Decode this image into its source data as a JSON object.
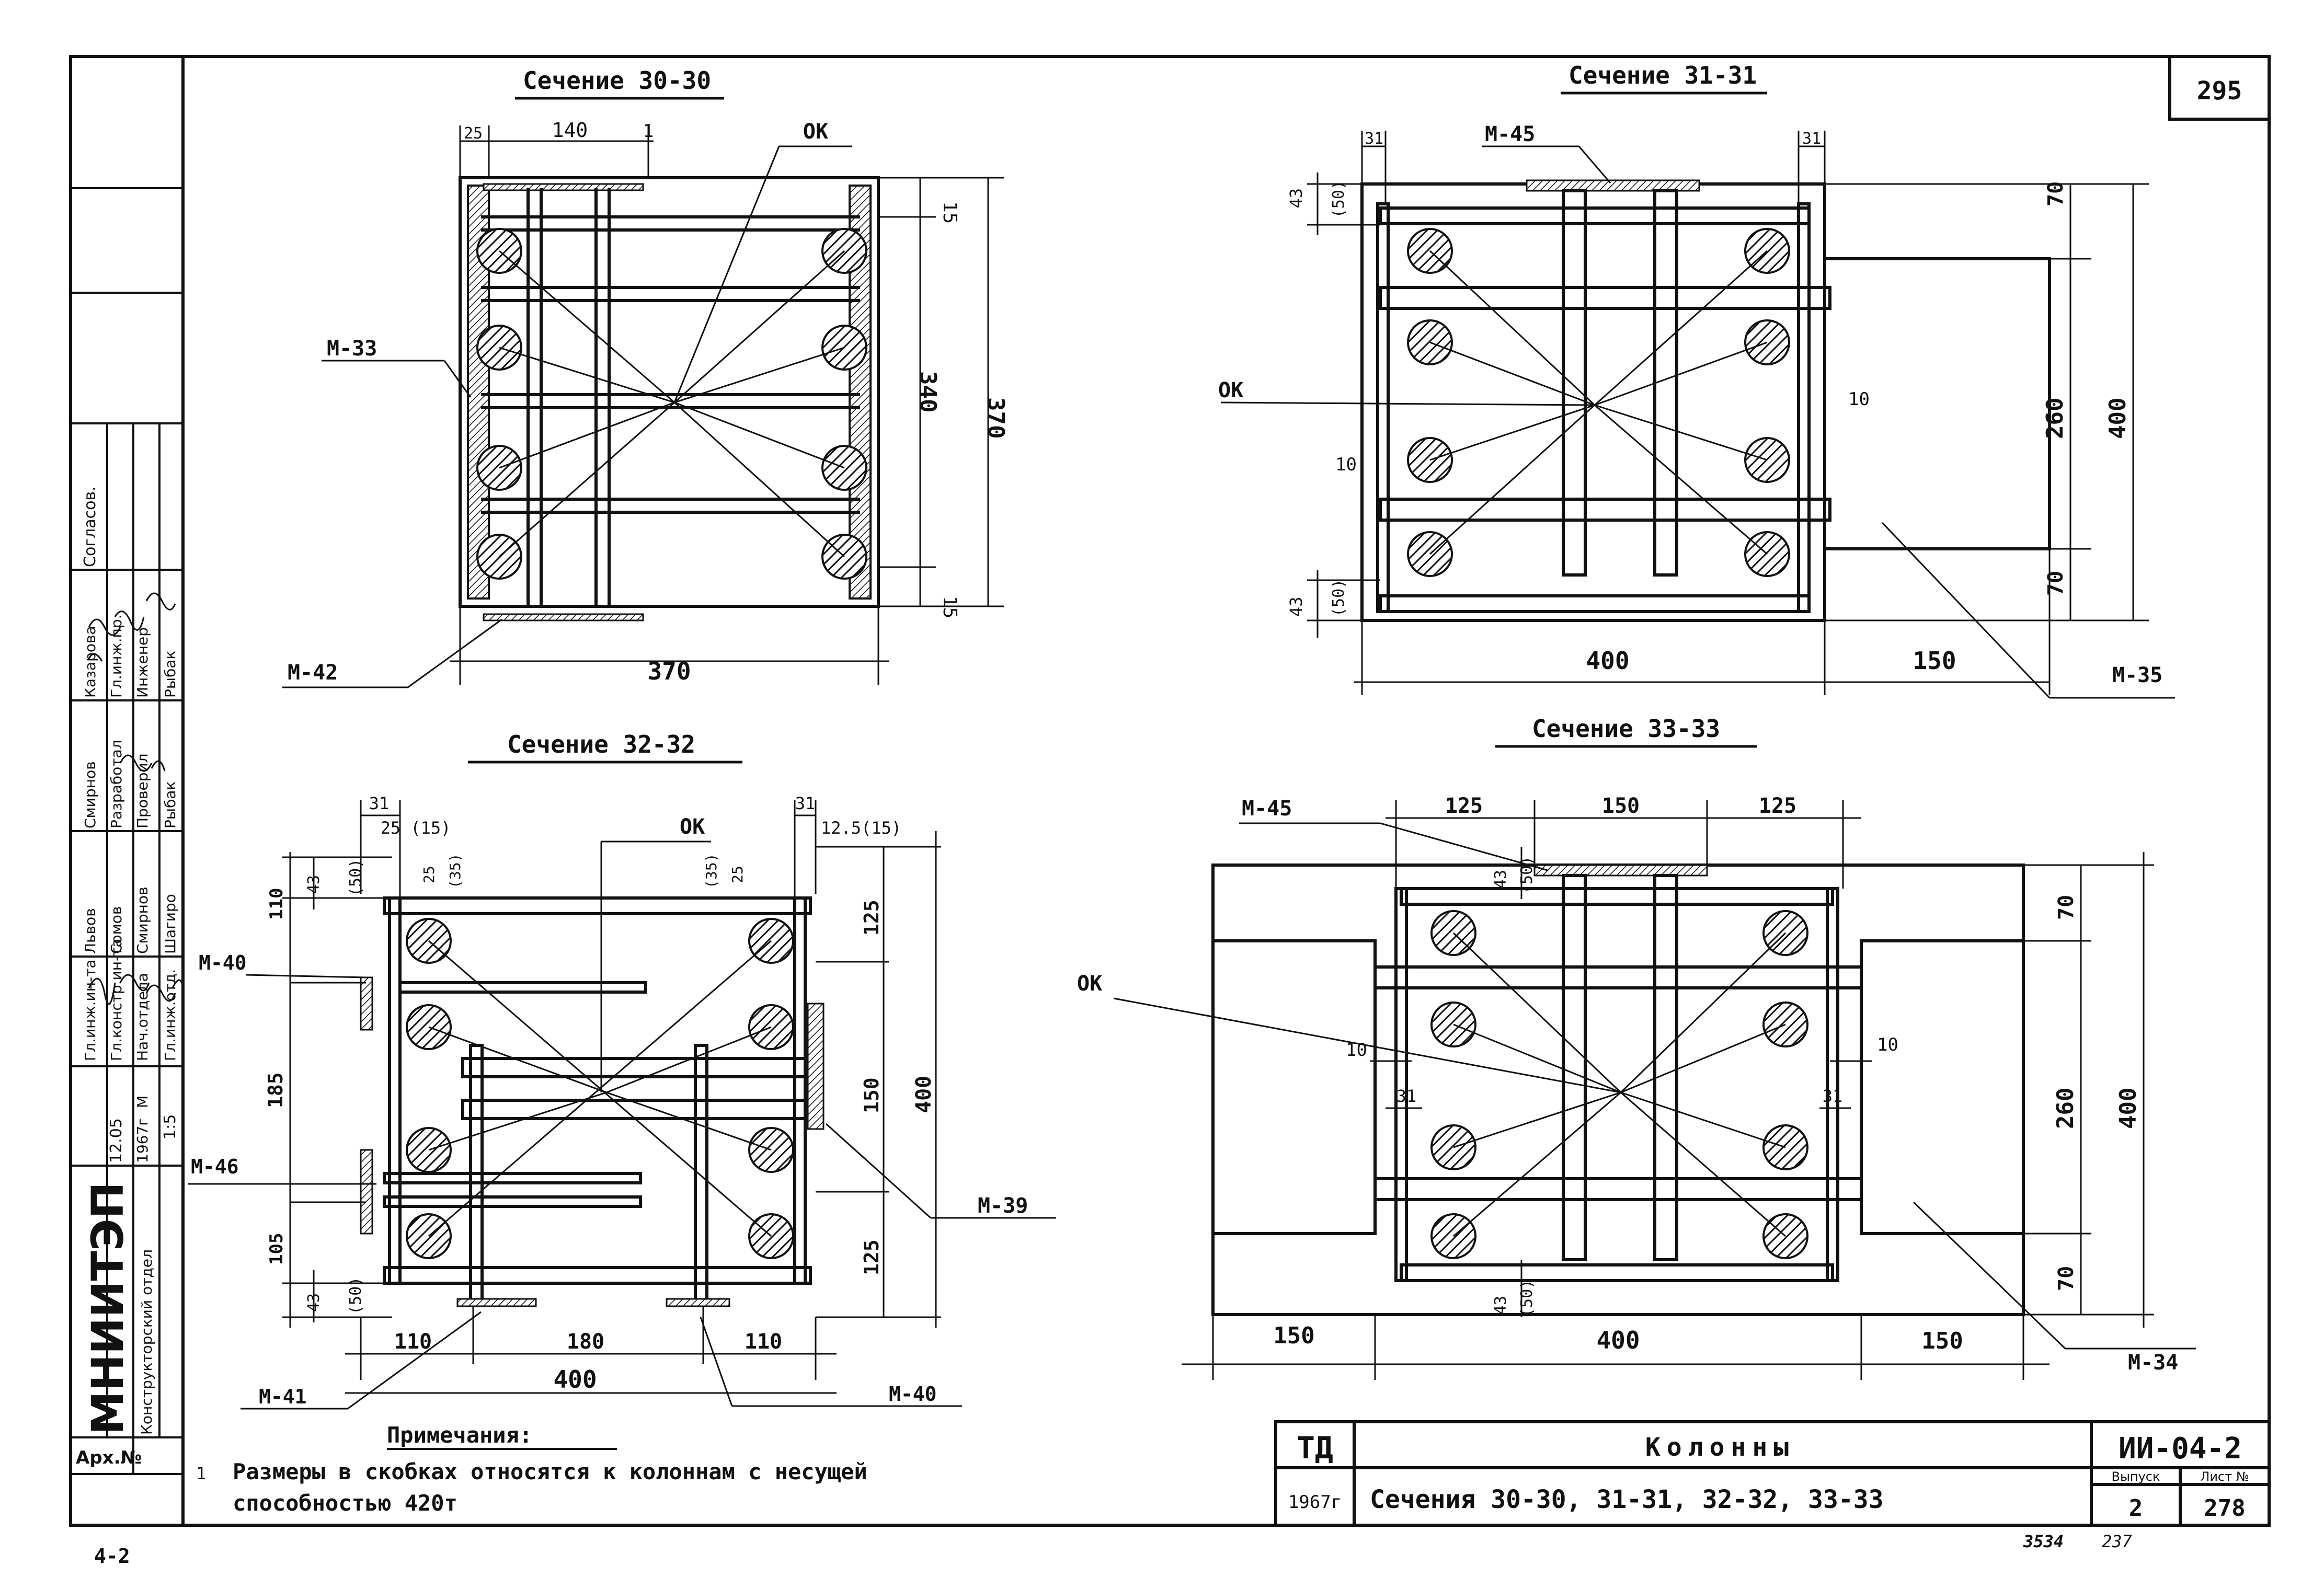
{
  "page_number": "295",
  "sections": {
    "s30": {
      "title": "Сечение 30-30",
      "dims": {
        "top_left": "25",
        "top": "140",
        "top_one": "1",
        "right_top": "15",
        "right_mid": "340",
        "right_total": "370",
        "right_bottom": "15",
        "bottom": "370"
      },
      "labels": {
        "ok": "ОК",
        "m33": "М-33",
        "m42": "М-42"
      }
    },
    "s31": {
      "title": "Сечение 31-31",
      "dims": {
        "top_left": "31",
        "top_right": "31",
        "left_top_a": "43",
        "left_top_b": "(50)",
        "left_ten": "10",
        "left_bot_a": "43",
        "left_bot_b": "(50)",
        "right_ten": "10",
        "right_top": "70",
        "right_mid": "260",
        "right_total": "400",
        "right_bot": "70",
        "bottom_main": "400",
        "bottom_side": "150"
      },
      "labels": {
        "m45": "М-45",
        "ok": "ОК",
        "m35": "М-35"
      }
    },
    "s32": {
      "title": "Сечение 32-32",
      "dims": {
        "top_31a": "31",
        "top_31b": "31",
        "top_25_15": "25 (15)",
        "top_25": "25",
        "top_35": "(35)",
        "top_35b": "(35)",
        "top_25b": "25",
        "top_right": "12.5(15)",
        "left_110": "110",
        "left_43": "43",
        "left_50": "(50)",
        "left_185": "185",
        "left_105": "105",
        "left_43b": "43",
        "left_50b": "(50)",
        "right_125a": "125",
        "right_150": "150",
        "right_400": "400",
        "right_125b": "125",
        "bottom_110a": "110",
        "bottom_180": "180",
        "bottom_110b": "110",
        "bottom_400": "400"
      },
      "labels": {
        "ok": "ОК",
        "m40a": "М-40",
        "m46": "М-46",
        "m39": "М-39",
        "m41": "М-41",
        "m40b": "М-40"
      }
    },
    "s33": {
      "title": "Сечение 33-33",
      "dims": {
        "top_125a": "125",
        "top_150": "150",
        "top_125b": "125",
        "top_43": "43",
        "top_50": "(50)",
        "left_10": "10",
        "left_31": "31",
        "right_10": "10",
        "right_31": "31",
        "bot_43": "43",
        "bot_50": "(50)",
        "right_70a": "70",
        "right_260": "260",
        "right_400": "400",
        "right_70b": "70",
        "bottom_150a": "150",
        "bottom_400": "400",
        "bottom_150b": "150"
      },
      "labels": {
        "m45": "М-45",
        "ok": "ОК",
        "m34": "М-34"
      }
    }
  },
  "notes": {
    "heading": "Примечания:",
    "item_number": "1",
    "line1": "Размеры в скобках относятся к колоннам с несущей",
    "line2": "способностью 420т"
  },
  "left_stamp": {
    "org": "МНИИТЭП",
    "dept": "Конструкторский отдел",
    "arch": "Арх.№",
    "date": "12.05",
    "year": "1967г",
    "scale_label": "М",
    "scale": "1:5",
    "approval": "Согласов.",
    "rows": [
      {
        "role": "Гл.инж.ин-та",
        "name": "Львов"
      },
      {
        "role": "Гл.констр.ин-та",
        "name": "Сомов"
      },
      {
        "role": "Нач.отдела",
        "name": "Смирнов"
      },
      {
        "role": "Гл.инж.отд.",
        "name": "Шагиро"
      },
      {
        "role": "Гл.инж.пр.",
        "name": "Казарова"
      },
      {
        "role": "Инженер",
        "name": "Рыбак"
      },
      {
        "role": "Разработал",
        "name": "Смирнов"
      },
      {
        "role": "Проверил",
        "name": "Рыбак"
      }
    ]
  },
  "title_block": {
    "code": "ТД",
    "year": "1967г",
    "title": "Колонны",
    "subtitle": "Сечения 30-30, 31-31, 32-32, 33-33",
    "doc_number": "ИИ-04-2",
    "issue_label": "Выпуск",
    "issue": "2",
    "sheet_label": "Лист №",
    "sheet": "278"
  },
  "footer": {
    "left_mark": "4-2",
    "number_a": "3534",
    "number_b": "237"
  }
}
